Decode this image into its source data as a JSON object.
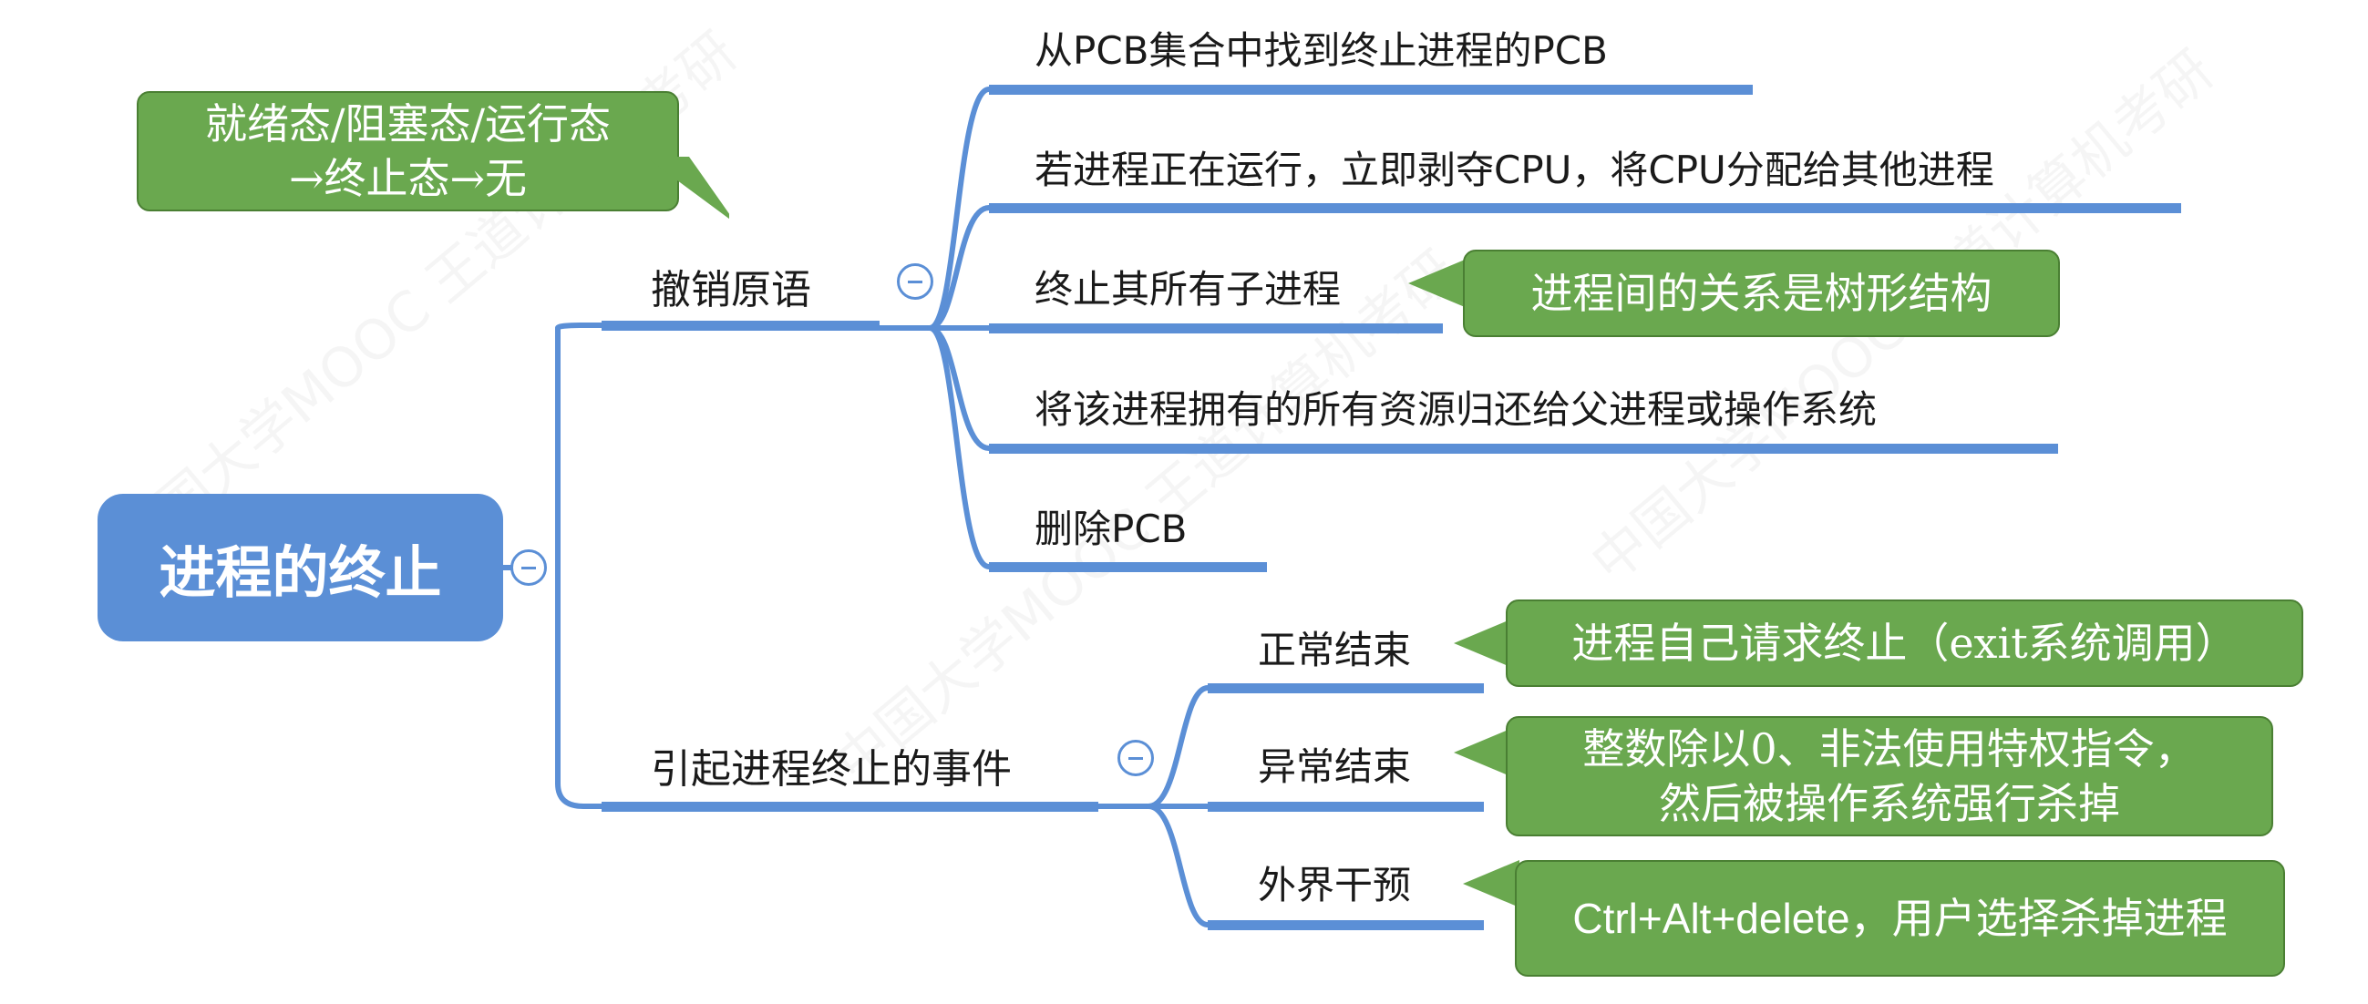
{
  "root": {
    "title": "进程的终止"
  },
  "branches": {
    "revoke": {
      "label": "撤销原语",
      "children": [
        "从PCB集合中找到终止进程的PCB",
        "若进程正在运行，立即剥夺CPU，将CPU分配给其他进程",
        "终止其所有子进程",
        "将该进程拥有的所有资源归还给父进程或操作系统",
        "删除PCB"
      ]
    },
    "events": {
      "label": "引起进程终止的事件",
      "children": [
        "正常结束",
        "异常结束",
        "外界干预"
      ]
    }
  },
  "callouts": {
    "state": [
      "就绪态/阻塞态/运行态",
      "→终止态→无"
    ],
    "tree": [
      "进程间的关系是树形结构"
    ],
    "normal": [
      "进程自己请求终止（exit系统调用）"
    ],
    "abnormal": [
      "整数除以0、非法使用特权指令，",
      "然后被操作系统强行杀掉"
    ],
    "external": [
      "Ctrl+Alt+delete，用户选择杀掉进程"
    ]
  },
  "watermark": {
    "text": "中国大学MOOC 王道计算机考研"
  },
  "colors": {
    "node_blue": "#5b8fd6",
    "callout_green": "#6aa84f",
    "callout_border": "#4a7f33",
    "text_dark": "#1a1a1a"
  }
}
